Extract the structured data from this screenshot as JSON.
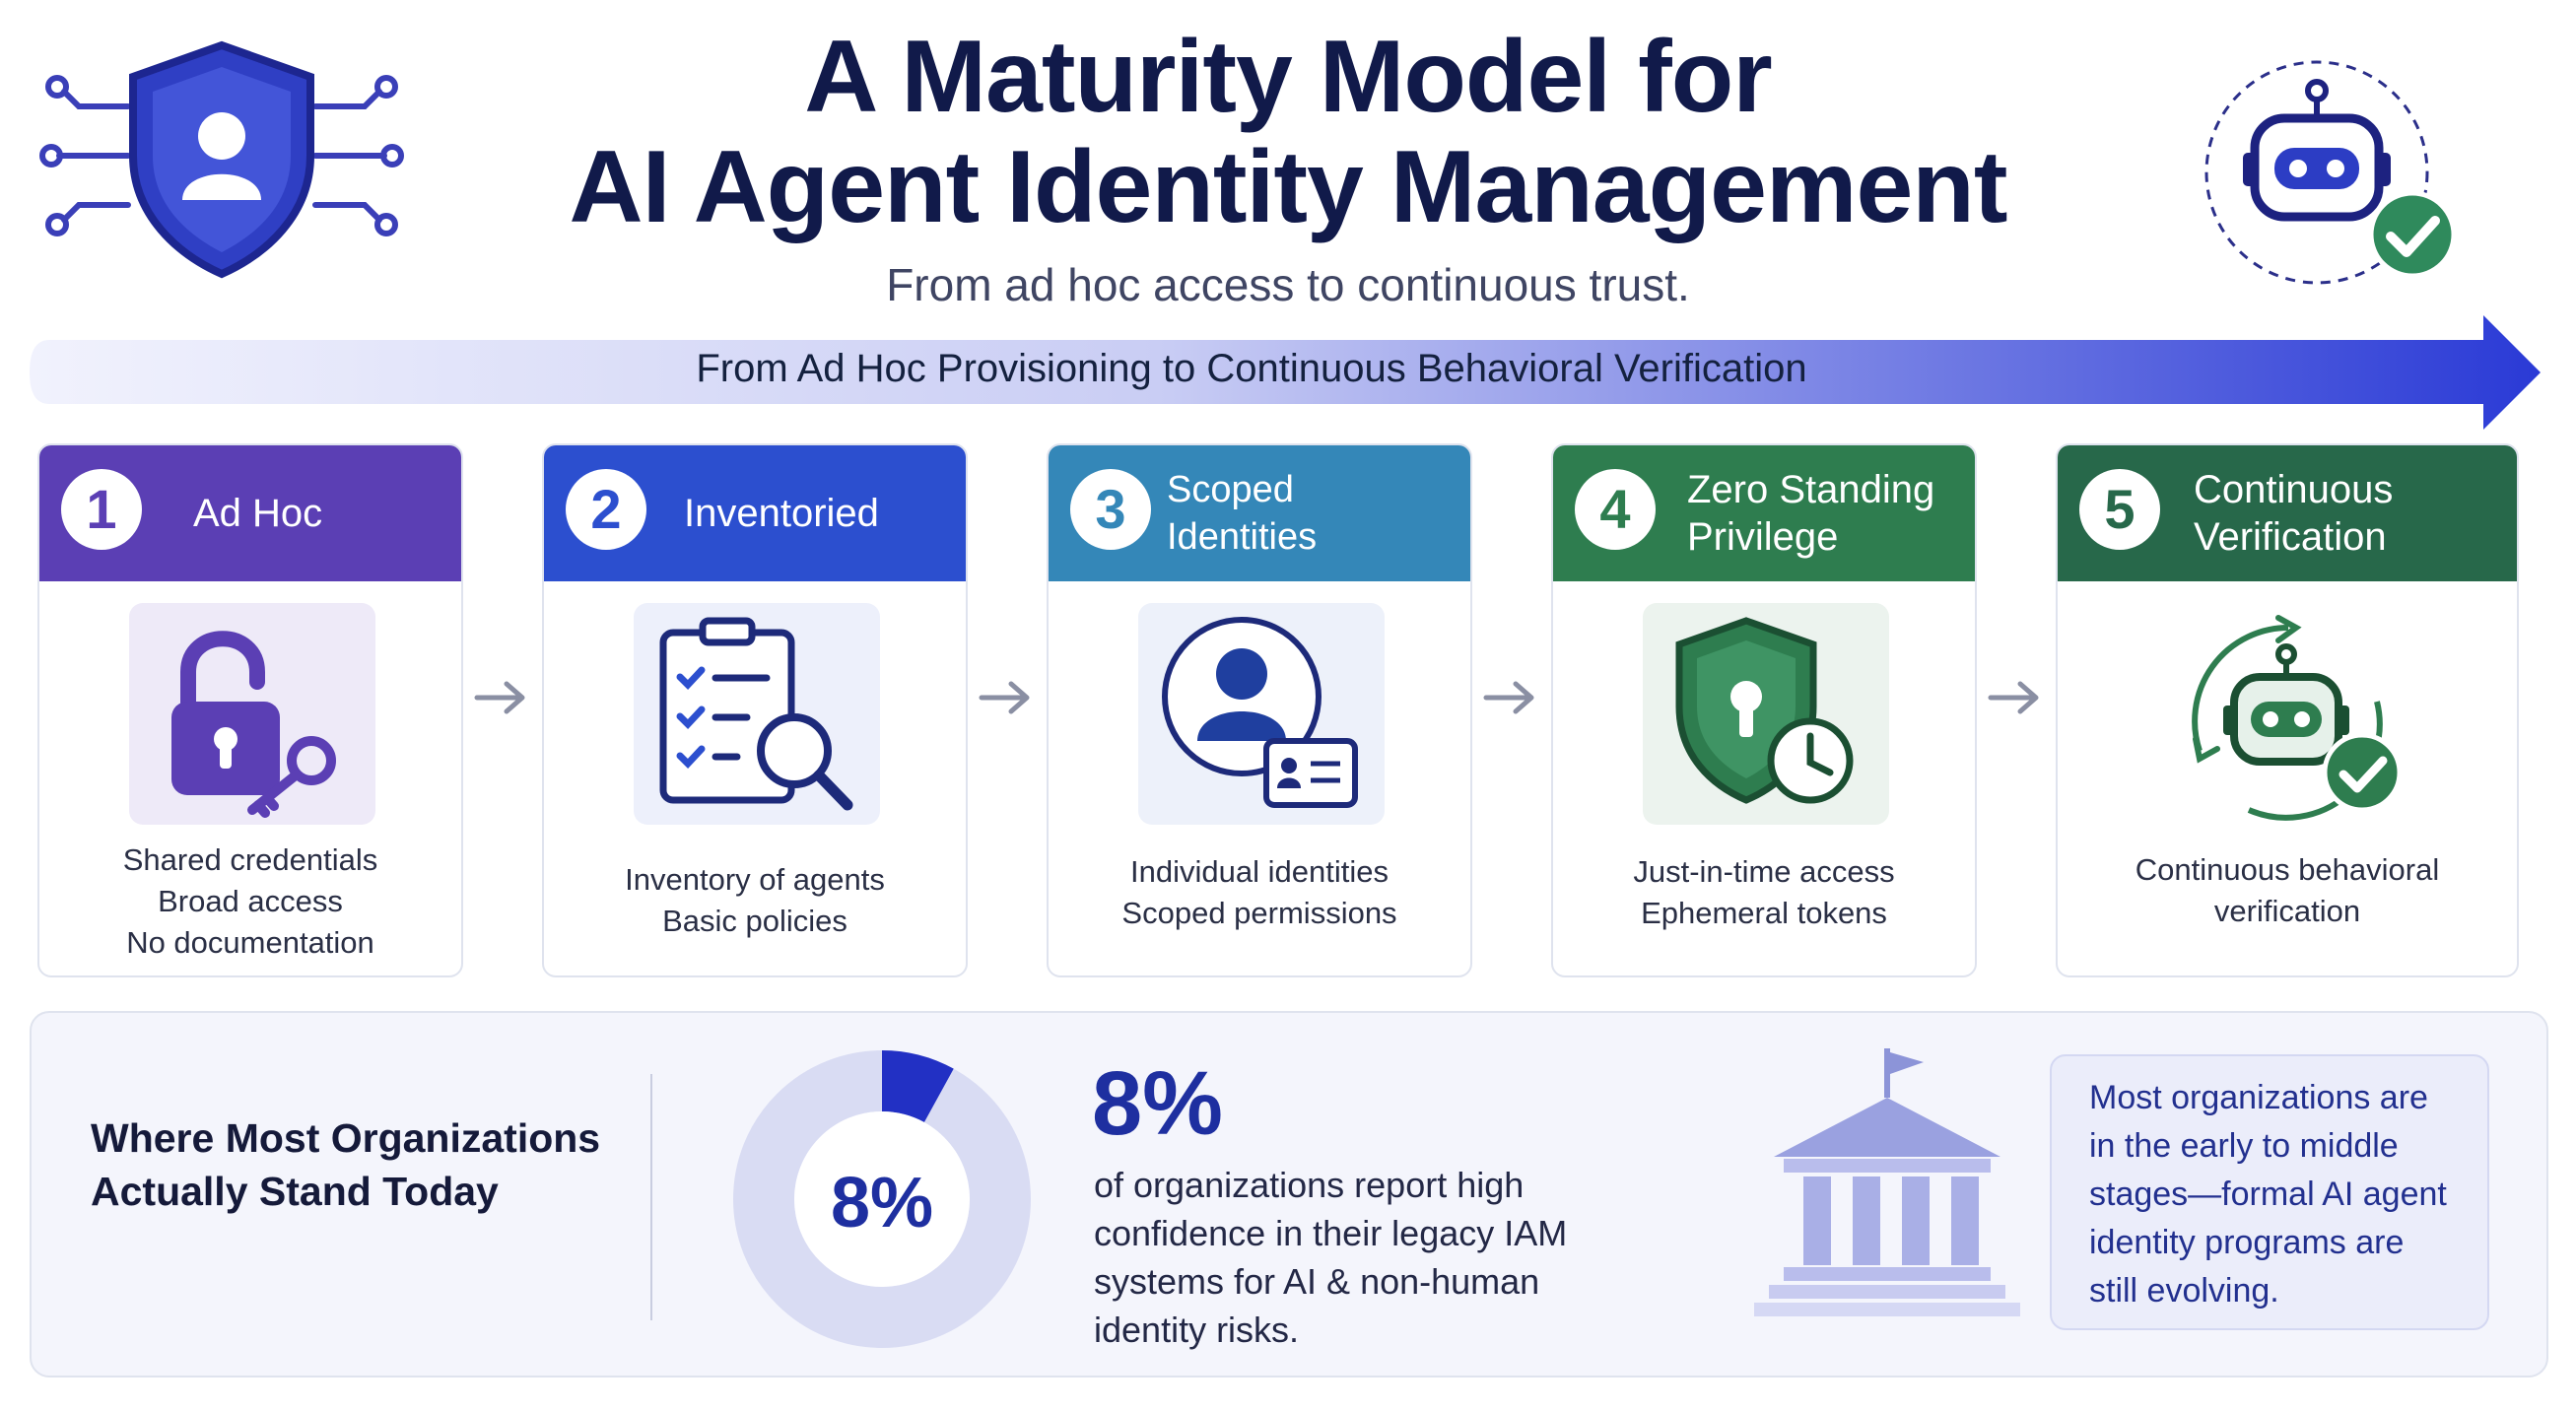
{
  "header": {
    "title_line1": "A Maturity Model for",
    "title_line2": "AI Agent Identity Management",
    "subtitle": "From ad hoc access to continuous trust."
  },
  "banner": {
    "label": "From Ad Hoc Provisioning to Continuous Behavioral Verification"
  },
  "colors": {
    "stage1": "#5b3fb4",
    "stage2": "#2c4fcf",
    "stage3": "#3487b8",
    "stage4": "#2e7d4f",
    "stage5": "#27684a",
    "accent": "#1e2fa0"
  },
  "stages": [
    {
      "number": "1",
      "name": "Ad Hoc",
      "icon": "unlocked-padlock-key-icon",
      "desc": [
        "Shared credentials",
        "Broad access",
        "No documentation"
      ]
    },
    {
      "number": "2",
      "name": "Inventoried",
      "icon": "clipboard-checklist-magnifier-icon",
      "desc": [
        "Inventory of agents",
        "Basic policies"
      ]
    },
    {
      "number": "3",
      "name": "Scoped Identities",
      "icon": "user-id-card-icon",
      "desc": [
        "Individual identities",
        "Scoped permissions"
      ]
    },
    {
      "number": "4",
      "name_line1": "Zero Standing",
      "name_line2": "Privilege",
      "icon": "shield-keyhole-clock-icon",
      "desc": [
        "Just-in-time access",
        "Ephemeral tokens"
      ]
    },
    {
      "number": "5",
      "name_line1": "Continuous",
      "name_line2": "Verification",
      "icon": "robot-cycle-check-icon",
      "desc": [
        "Continuous behavioral",
        "verification"
      ]
    }
  ],
  "summary": {
    "heading_line1": "Where Most Organizations",
    "heading_line2": "Actually Stand Today",
    "donut_percent": 8,
    "donut_label": "8%",
    "big_stat": "8%",
    "stat_lines": [
      "of organizations report high",
      "confidence in their legacy IAM",
      "systems for AI & non-human",
      "identity risks."
    ],
    "note_lines": [
      "Most organizations are",
      "in the early to middle",
      "stages—formal AI agent",
      "identity programs are",
      "still evolving."
    ]
  }
}
